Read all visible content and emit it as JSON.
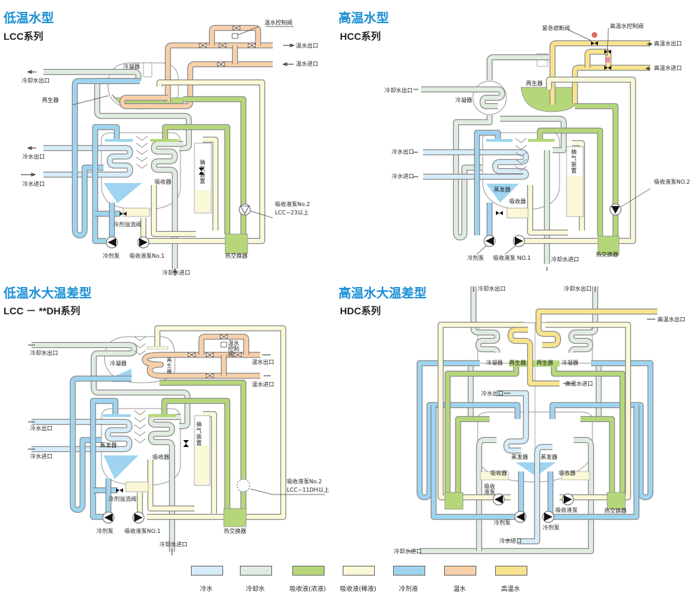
{
  "panels": [
    {
      "title": "低温水型",
      "series": "LCC系列",
      "labels": {
        "warm_control_valve": "温水控制阀",
        "warm_out": "温水出口",
        "warm_in": "温水进口",
        "condenser": "冷凝器",
        "cooling_out": "冷却水出口",
        "generator": "再生器",
        "chilled_out": "冷水出口",
        "chilled_in": "冷水进口",
        "absorber": "吸收器",
        "purge": "抽气装置",
        "pump2": "吸收液泵No.2",
        "pump2_note": "LCC−23以上",
        "overflow_valve": "冷剂溢流阀",
        "ref_pump": "冷剂泵",
        "pump1": "吸收液泵No.1",
        "heat_exchanger": "热交换器",
        "cooling_in": "冷却水进口"
      }
    },
    {
      "title": "高温水型",
      "series": "HCC系列",
      "labels": {
        "emergency_valve": "紧急遮断阀",
        "hot_control_valve": "高温水控制阀",
        "hot_out": "高温水出口",
        "hot_in": "高温水进口",
        "generator": "再生器",
        "cooling_out": "冷却水出口",
        "condenser": "冷凝器",
        "chilled_out": "冷水出口",
        "chilled_in": "冷水进口",
        "purge": "抽气装置",
        "evaporator": "蒸发器",
        "absorber": "吸收器",
        "pump2": "吸收液泵NO.2",
        "ref_pump": "冷剂泵",
        "pump1": "吸收液泵 NO.1",
        "cooling_in": "冷却水进口",
        "heat_exchanger": "热交换器"
      }
    },
    {
      "title": "低温水大温差型",
      "series": "LCC － **DH系列",
      "labels": {
        "cooling_out": "冷却水出口",
        "condenser": "冷凝器",
        "generator": "再生器",
        "warm_control_valve": "温水控制阀",
        "warm_out": "温水出口",
        "warm_in": "温水进口",
        "chilled_out": "冷水出口",
        "chilled_in": "冷水进口",
        "evaporator": "蒸发器",
        "absorber": "吸收器",
        "purge": "抽气装置",
        "pump2": "吸收液泵No.2",
        "pump2_note": "LCC−11DH以上",
        "overflow_valve": "冷剂溢流阀",
        "ref_pump": "冷剂泵",
        "pump1": "吸收液泵NO.1",
        "heat_exchanger": "热交换器",
        "cooling_in": "冷却水进口"
      }
    },
    {
      "title": "高温水大温差型",
      "series": "HDC系列",
      "labels": {
        "cooling_out_l": "冷却水出口",
        "cooling_out_r": "冷却水出口",
        "hot_out": "高温水出口",
        "condenser_l": "冷凝器",
        "generator_l": "再生器",
        "generator_r": "再生器",
        "condenser_r": "冷凝器",
        "hot_in": "高温水进口",
        "chilled_out": "冷水出口",
        "evaporator_l": "蒸发器",
        "evaporator_r": "蒸发器",
        "absorber_l": "吸收器",
        "absorber_r": "吸收器",
        "pump_l": "吸收液泵",
        "pump_r": "吸收液泵",
        "heat_exchanger": "热交换器",
        "ref_pump_l": "冷剂泵",
        "ref_pump_r": "冷剂泵",
        "chilled_in": "冷水进口",
        "cooling_in": "冷却水进口"
      }
    }
  ],
  "legend": [
    {
      "label": "冷水",
      "color": "#d6ecf8"
    },
    {
      "label": "冷却水",
      "color": "#e1ece0"
    },
    {
      "label": "吸收液(浓液)",
      "color": "#b5d77a"
    },
    {
      "label": "吸收液(稀液)",
      "color": "#fbf8d8"
    },
    {
      "label": "冷剂液",
      "color": "#9ed4f0"
    },
    {
      "label": "温水",
      "color": "#f7cfa8"
    },
    {
      "label": "高温水",
      "color": "#f8e48e"
    }
  ],
  "colors": {
    "title": "#1a8fd4",
    "outline": "#8c8c8c"
  }
}
